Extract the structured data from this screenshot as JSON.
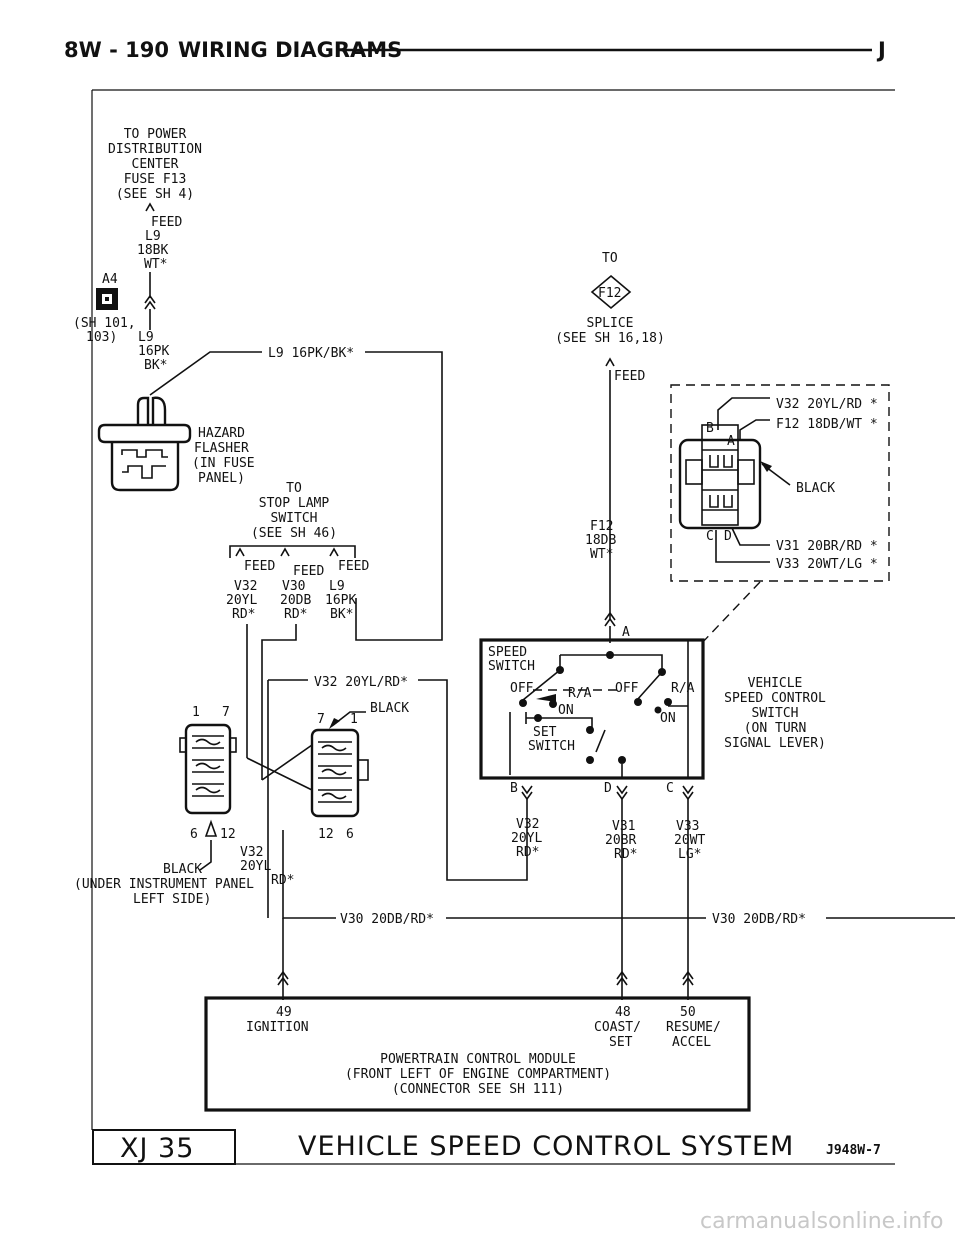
{
  "header": {
    "page": "8W - 190",
    "title": "WIRING DIAGRAMS",
    "tag": "J"
  },
  "power": {
    "line1": "TO POWER",
    "line2": "DISTRIBUTION",
    "line3": "CENTER",
    "line4": "FUSE F13",
    "line5": "(SEE SH 4)"
  },
  "feed_l9": {
    "feed": "FEED",
    "circuit": "L9",
    "gauge": "18BK",
    "tracer": "WT*"
  },
  "conn_a4": {
    "id": "A4",
    "ref1": "(SH 101,",
    "ref2": "103)"
  },
  "l9_lower": {
    "circuit": "L9",
    "gauge": "16PK",
    "tracer": "BK*"
  },
  "l9_run": "L9 16PK/BK*",
  "hazard": {
    "line1": "HAZARD",
    "line2": "FLASHER",
    "line3": "(IN FUSE",
    "line4": "PANEL)"
  },
  "stop_lamp": {
    "line1": "TO",
    "line2": "STOP LAMP",
    "line3": "SWITCH",
    "line4": "(SEE SH 46)"
  },
  "feeds": {
    "f1": "FEED",
    "f2": "FEED",
    "f3": "FEED"
  },
  "stop_wires": {
    "c1": "V32",
    "c1g": "20YL",
    "c1t": "RD*",
    "c2": "V30",
    "c2g": "20DB",
    "c2t": "RD*",
    "c3": "L9",
    "c3g": "16PK",
    "c3t": "BK*"
  },
  "v32_run": "V32 20YL/RD*",
  "black": "BLACK",
  "left_conn": {
    "p1": "1",
    "p7": "7",
    "p6": "6",
    "p12": "12"
  },
  "right_conn": {
    "p7": "7",
    "p1": "1",
    "p12": "12",
    "p6": "6"
  },
  "v32_left": {
    "circuit": "V32",
    "gauge": "20YL",
    "tracer": "RD*"
  },
  "under_panel": {
    "line1": "BLACK",
    "line2": "(UNDER INSTRUMENT PANEL",
    "line3": "LEFT SIDE)"
  },
  "v30_left": "V30 20DB/RD*",
  "v30_right": "V30 20DB/RD*",
  "f12_splice": {
    "to": "TO",
    "splice_id": "F12",
    "line1": "SPLICE",
    "line2": "(SEE SH 16,18)",
    "feed": "FEED"
  },
  "f12_wire": {
    "circuit": "F12",
    "gauge": "18DB",
    "tracer": "WT*"
  },
  "switch_box": {
    "title1": "SPEED",
    "title2": "SWITCH",
    "off1": "OFF",
    "ra1": "R/A",
    "off2": "OFF",
    "ra2": "R/A",
    "on1": "ON",
    "on2": "ON",
    "set1": "SET",
    "set2": "SWITCH",
    "pin_a": "A",
    "pin_b": "B",
    "pin_d": "D",
    "pin_c": "C"
  },
  "vsc_label": {
    "line1": "VEHICLE",
    "line2": "SPEED CONTROL",
    "line3": "SWITCH",
    "line4": "(ON TURN",
    "line5": "SIGNAL LEVER)"
  },
  "inset": {
    "w1": "V32 20YL/RD *",
    "w2": "F12 18DB/WT *",
    "color": "BLACK",
    "w3": "V31 20BR/RD *",
    "w4": "V33 20WT/LG *",
    "b": "B",
    "a": "A",
    "c": "C",
    "d": "D"
  },
  "bottom_wires": {
    "v32": "V32",
    "v32g": "20YL",
    "v32t": "RD*",
    "v31": "V31",
    "v31g": "20BR",
    "v31t": "RD*",
    "v33": "V33",
    "v33g": "20WT",
    "v33t": "LG*"
  },
  "pcm": {
    "pin49": "49",
    "ign": "IGNITION",
    "pin48": "48",
    "coast": "COAST/",
    "set": "SET",
    "pin50": "50",
    "resume": "RESUME/",
    "accel": "ACCEL",
    "line1": "POWERTRAIN CONTROL MODULE",
    "line2": "(FRONT LEFT OF ENGINE COMPARTMENT)",
    "line3": "(CONNECTOR SEE SH 111)"
  },
  "footer": {
    "model": "XJ 35",
    "title": "VEHICLE SPEED CONTROL SYSTEM",
    "code": "J948W-7"
  },
  "watermark": "carmanualsonline.info"
}
